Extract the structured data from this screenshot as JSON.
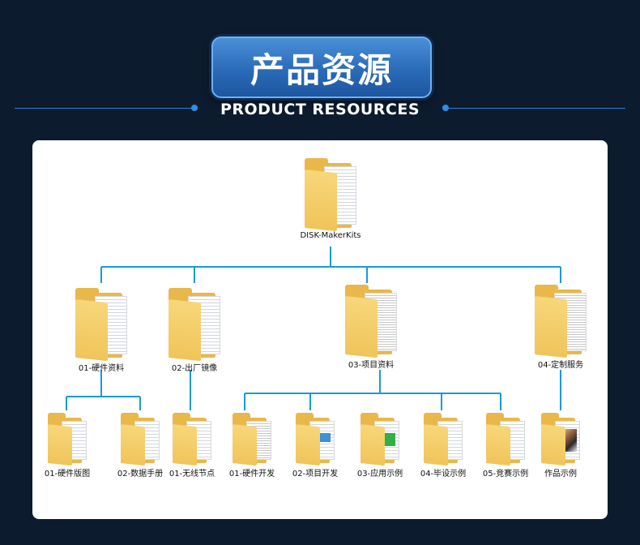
{
  "header": {
    "title": "产品资源",
    "subtitle": "PRODUCT RESOURCES"
  },
  "colors": {
    "background": "#0d1b2e",
    "accent": "#2c8fe8",
    "badge": "#2a6bb8",
    "connector": "#1a9ad6",
    "folder": "#f0c45a"
  },
  "tree": {
    "root": {
      "label": "DISK-MakerKits",
      "icon": "folder-icon"
    },
    "level1": [
      {
        "label": "01-硬件资料",
        "icon": "folder-icon"
      },
      {
        "label": "02-出厂镜像",
        "icon": "folder-icon"
      },
      {
        "label": "03-项目资料",
        "icon": "folder-document-icon"
      },
      {
        "label": "04-定制服务",
        "icon": "folder-document-icon"
      }
    ],
    "level2": [
      {
        "label": "01-硬件版图",
        "icon": "folder-icon"
      },
      {
        "label": "02-数据手册",
        "icon": "folder-icon"
      },
      {
        "label": "01-无线节点",
        "icon": "folder-icon"
      },
      {
        "label": "01-硬件开发",
        "icon": "folder-document-icon"
      },
      {
        "label": "02-项目开发",
        "icon": "folder-blue-app-icon"
      },
      {
        "label": "03-应用示例",
        "icon": "folder-green-app-icon"
      },
      {
        "label": "04-毕设示例",
        "icon": "folder-icon"
      },
      {
        "label": "05-竞赛示例",
        "icon": "folder-icon"
      },
      {
        "label": "作品示例",
        "icon": "folder-image-icon"
      }
    ]
  }
}
